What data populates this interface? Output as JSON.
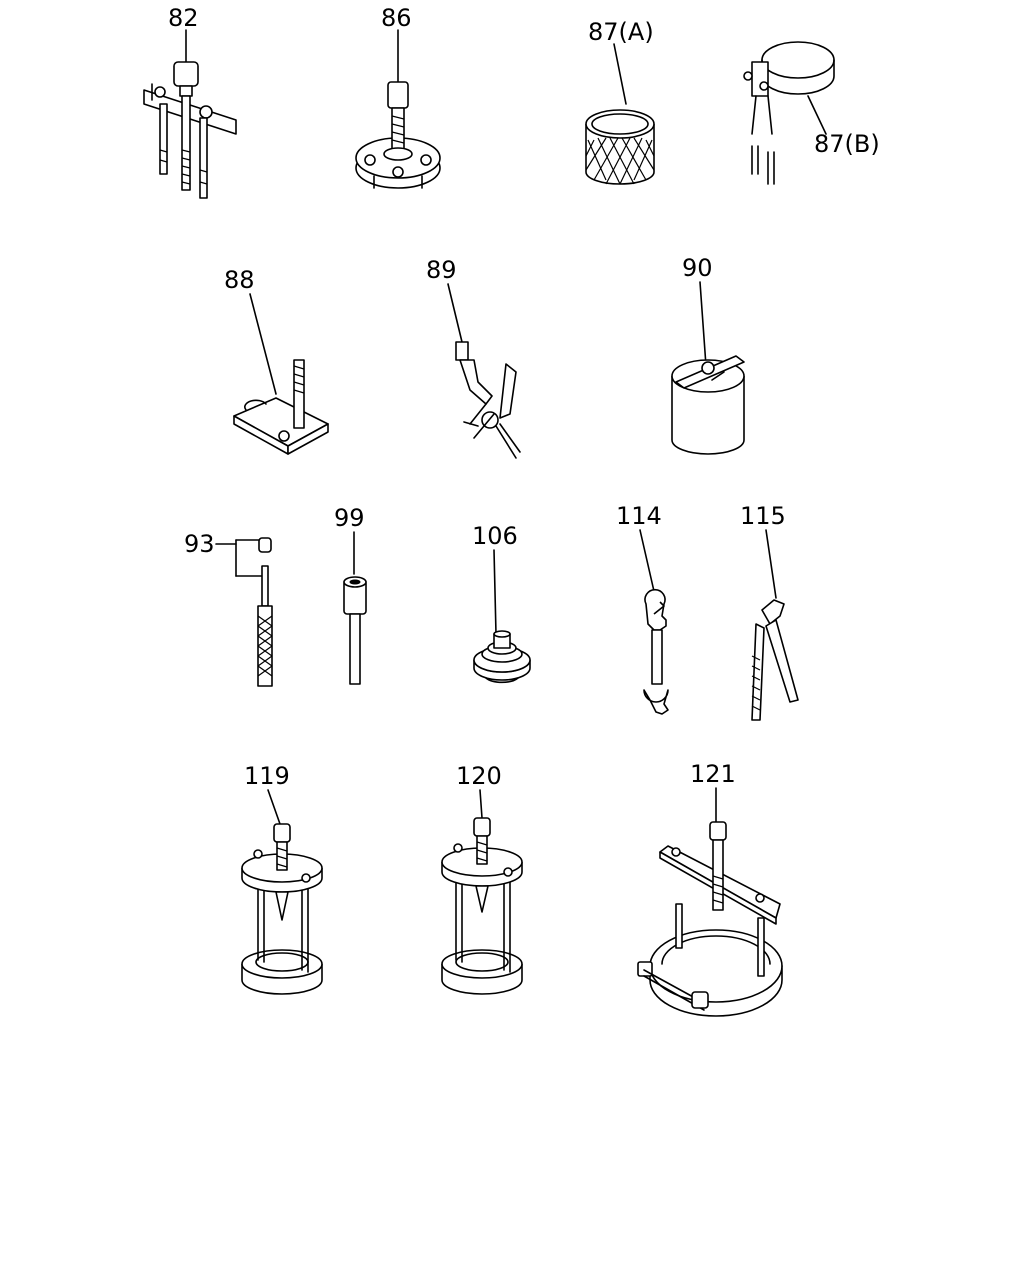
{
  "parts": [
    {
      "id": "p82",
      "label": "82",
      "icon": "puller-icon"
    },
    {
      "id": "p86",
      "label": "86",
      "icon": "gear-puller-plate-icon"
    },
    {
      "id": "p87a",
      "label": "87(A)",
      "icon": "knurled-cylinder-icon"
    },
    {
      "id": "p87b",
      "label": "87(B)",
      "icon": "band-clamp-icon"
    },
    {
      "id": "p88",
      "label": "88",
      "icon": "bracket-with-bolt-icon"
    },
    {
      "id": "p89",
      "label": "89",
      "icon": "pliers-tool-icon"
    },
    {
      "id": "p90",
      "label": "90",
      "icon": "cylinder-holder-icon"
    },
    {
      "id": "p93",
      "label": "93",
      "icon": "drift-pin-icon"
    },
    {
      "id": "p99",
      "label": "99",
      "icon": "socket-bar-icon"
    },
    {
      "id": "p106",
      "label": "106",
      "icon": "stepped-adapter-icon"
    },
    {
      "id": "p114",
      "label": "114",
      "icon": "open-end-wrench-icon"
    },
    {
      "id": "p115",
      "label": "115",
      "icon": "pliers-icon"
    },
    {
      "id": "p119",
      "label": "119",
      "icon": "press-fixture-icon"
    },
    {
      "id": "p120",
      "label": "120",
      "icon": "press-fixture-icon"
    },
    {
      "id": "p121",
      "label": "121",
      "icon": "ring-puller-icon"
    }
  ]
}
